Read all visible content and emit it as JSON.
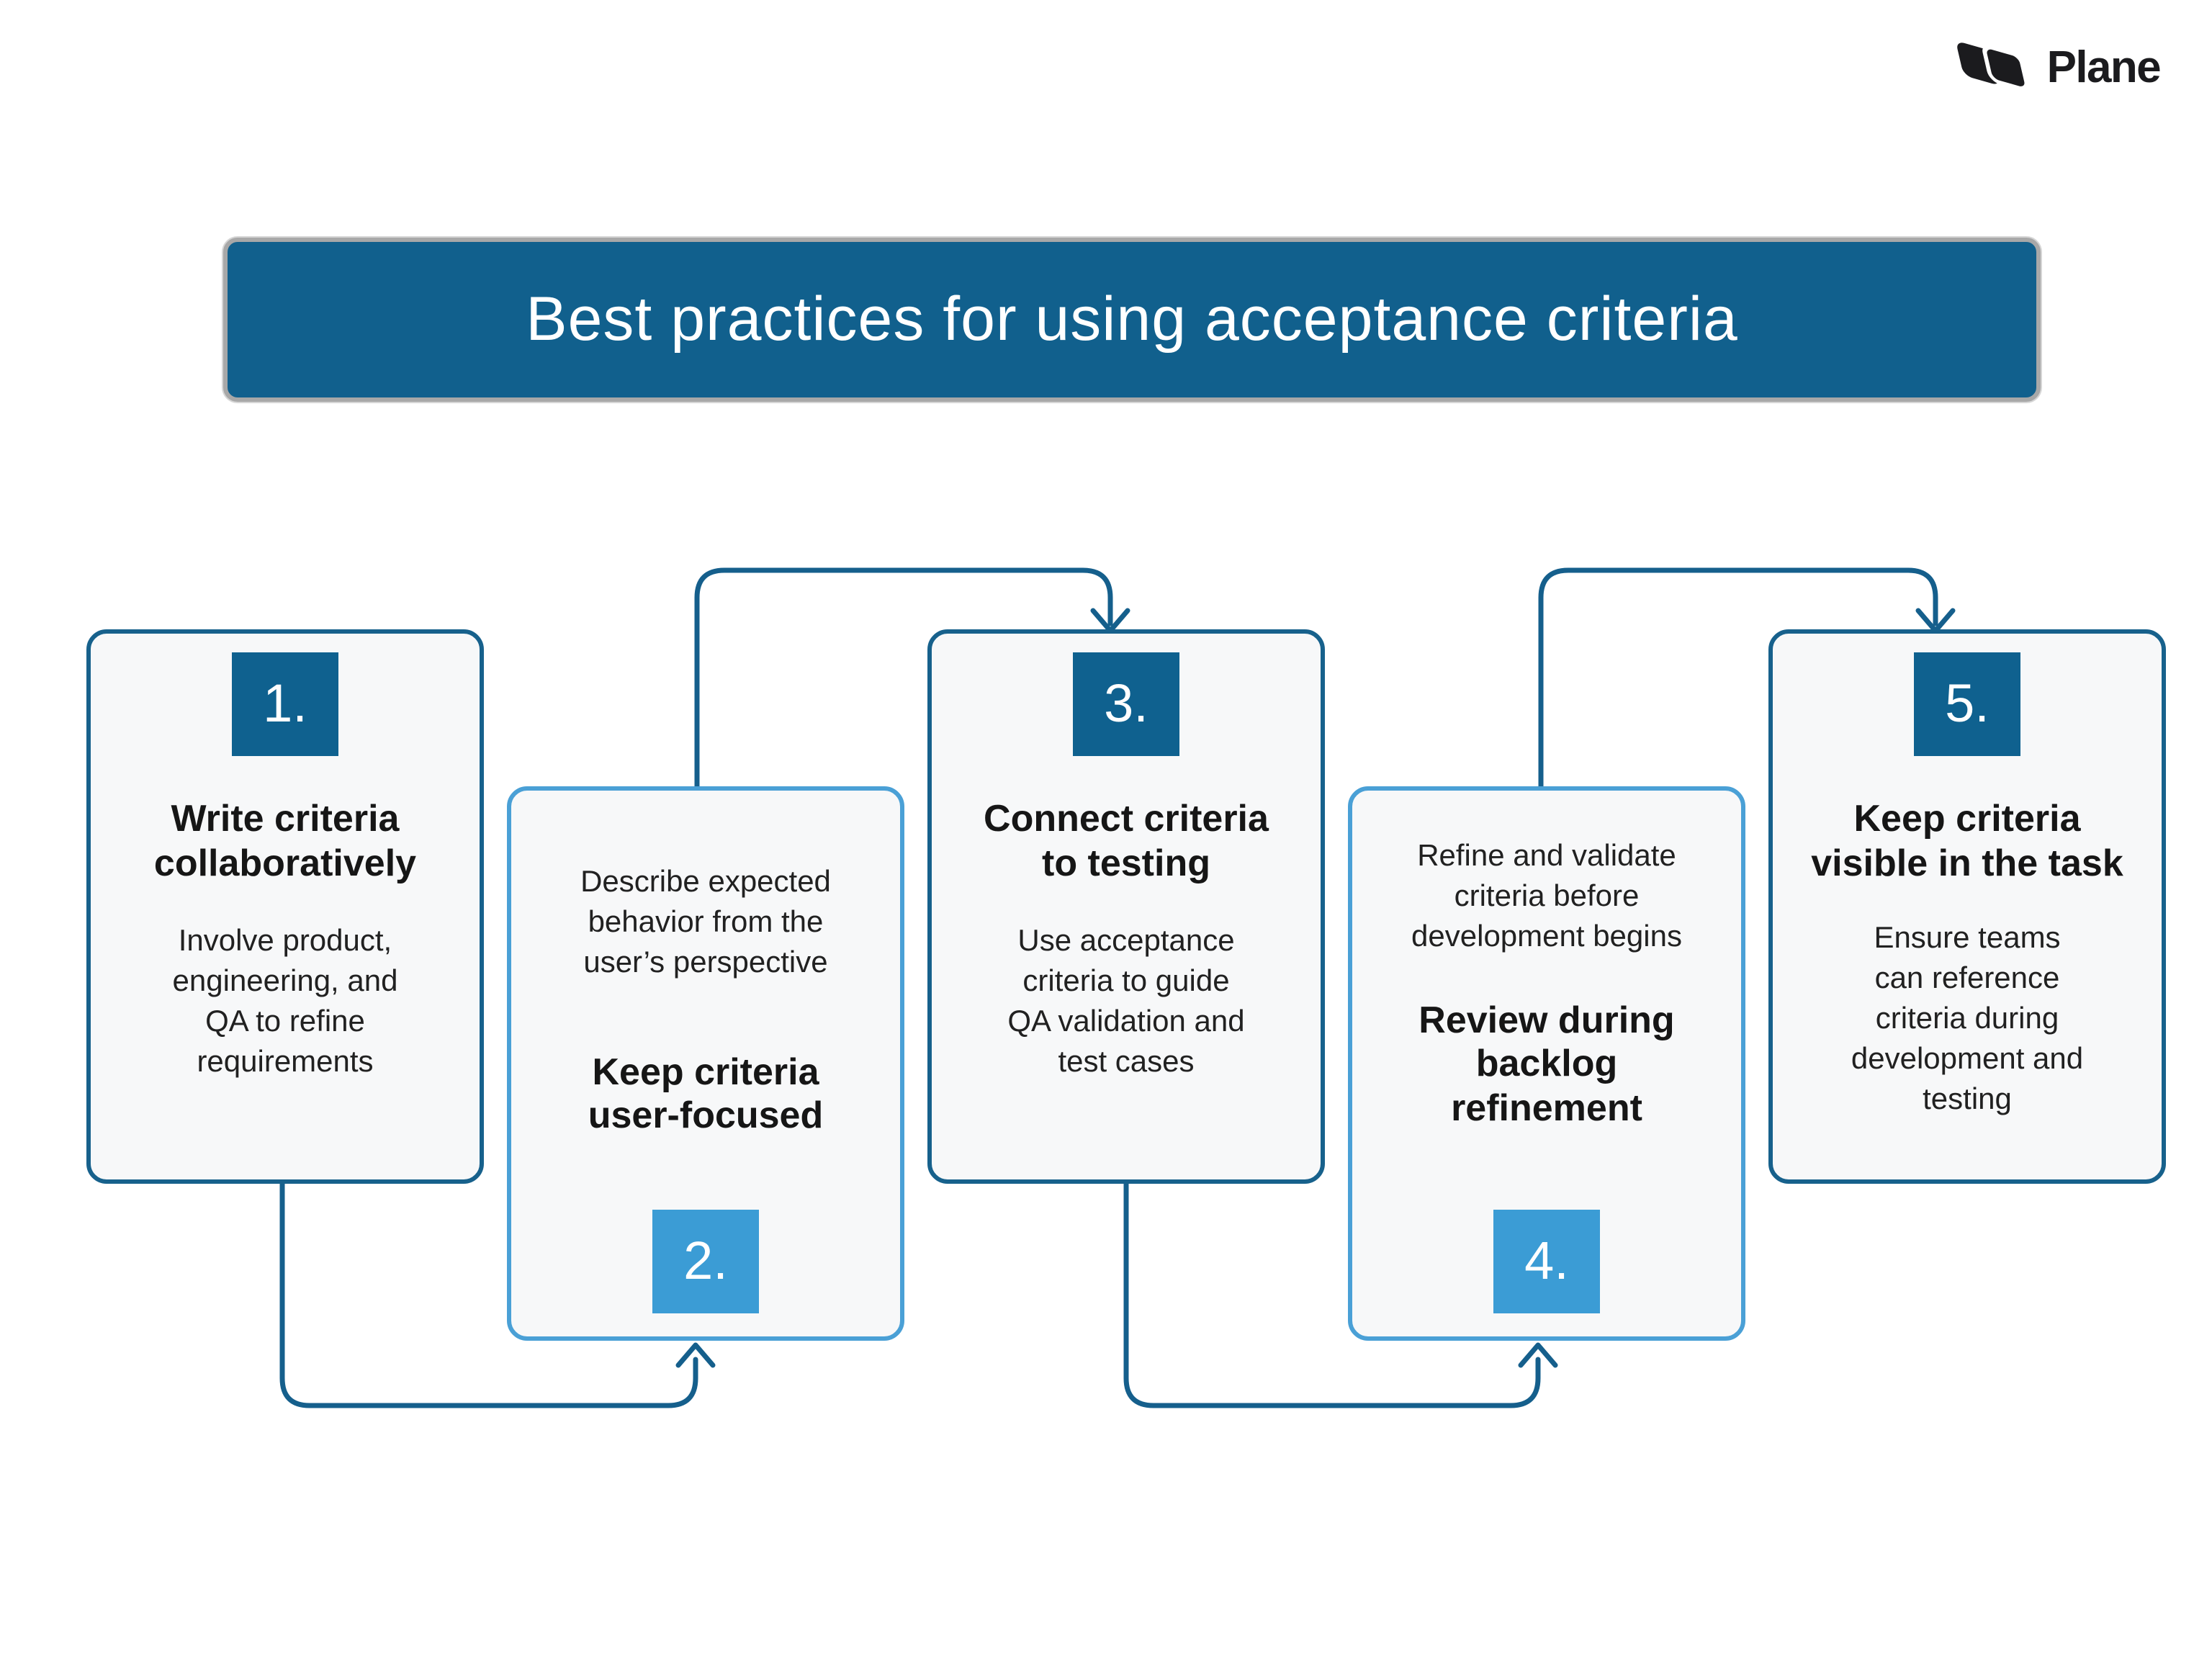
{
  "brand": {
    "logo_text": "Plane",
    "logo_icon": "plane-sheets-mark"
  },
  "title_banner": {
    "text": "Best practices for using acceptance criteria"
  },
  "colors": {
    "title_fill": "#11608D",
    "title_border": "#A8A8A8",
    "dark_blue": "#0F618F",
    "light_blue": "#3B9CD5",
    "dark_border": "#17618C",
    "light_border": "#4AA0D6",
    "arrow": "#155F8C",
    "card_background": "#F7F8F9",
    "text": "#1A1A1A",
    "logo_text_color": "#1B1B1E"
  },
  "cards": [
    {
      "number": "1.",
      "variant": "dark",
      "number_position": "top",
      "heading": "Write criteria collaboratively",
      "body": "Involve product, engineering, and QA to refine requirements"
    },
    {
      "number": "2.",
      "variant": "light",
      "number_position": "bottom",
      "heading": "Keep criteria user-focused",
      "body": "Describe expected behavior from the user’s perspective"
    },
    {
      "number": "3.",
      "variant": "dark",
      "number_position": "top",
      "heading": "Connect criteria to testing",
      "body": "Use acceptance criteria to guide QA validation and test cases"
    },
    {
      "number": "4.",
      "variant": "light",
      "number_position": "bottom",
      "heading": "Review during backlog refinement",
      "body": "Refine and validate criteria before development begins"
    },
    {
      "number": "5.",
      "variant": "dark",
      "number_position": "top",
      "heading": "Keep criteria visible in the task",
      "body": "Ensure teams can reference criteria during development and testing"
    }
  ],
  "connectors": [
    {
      "from": "card-2-top",
      "to": "card-3-top"
    },
    {
      "from": "card-4-top",
      "to": "card-5-top"
    },
    {
      "from": "card-1-bottom",
      "to": "card-2-bottom"
    },
    {
      "from": "card-3-bottom",
      "to": "card-4-bottom"
    }
  ]
}
